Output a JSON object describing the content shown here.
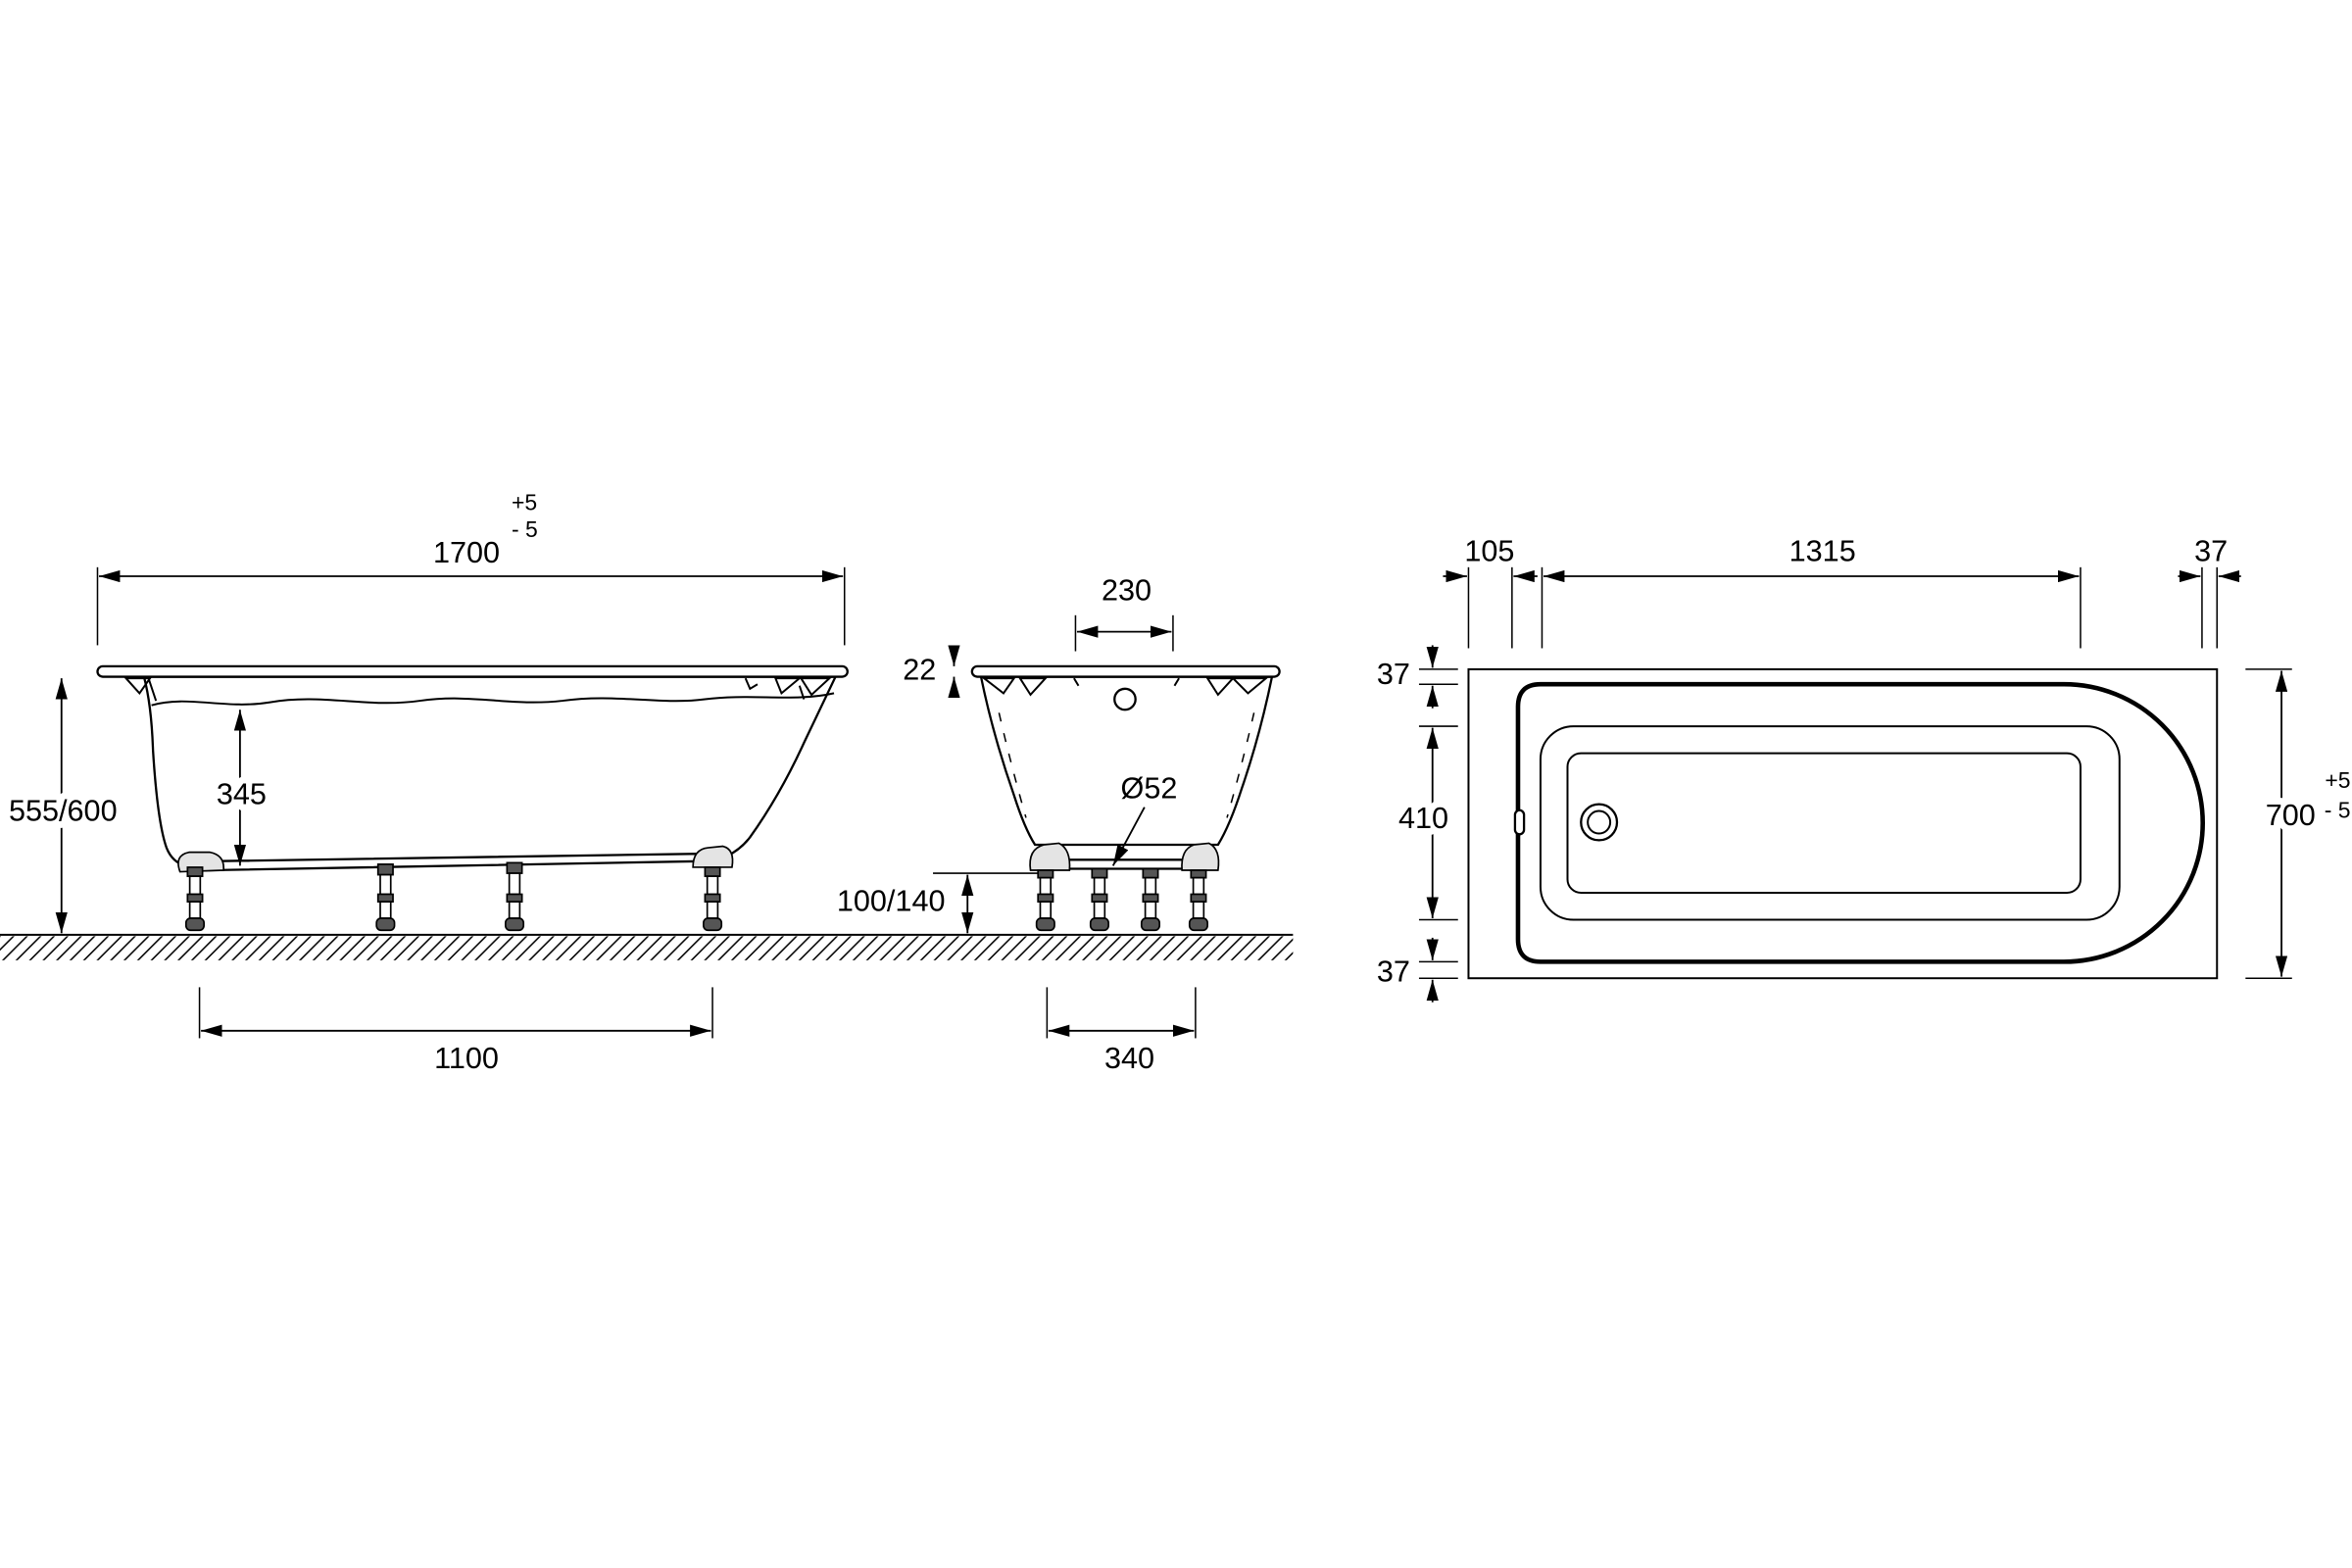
{
  "drawing": {
    "side_view": {
      "overall_length": "1700",
      "overall_length_tol_plus": "+5",
      "overall_length_tol_minus": "- 5",
      "height": "555/600",
      "inner_depth": "345",
      "leg_spacing": "1100"
    },
    "end_view": {
      "drain_spacing": "230",
      "rim_thickness": "22",
      "drain_diameter": "Ø52",
      "leg_height": "100/140",
      "leg_spacing": "340"
    },
    "top_view": {
      "rim_left": "105",
      "basin_length": "1315",
      "rim_right": "37",
      "rim_top": "37",
      "basin_width": "410",
      "rim_bottom": "37",
      "overall_width": "700",
      "overall_width_tol_plus": "+5",
      "overall_width_tol_minus": "- 5"
    }
  },
  "colors": {
    "line": "#000000",
    "background": "#ffffff"
  }
}
